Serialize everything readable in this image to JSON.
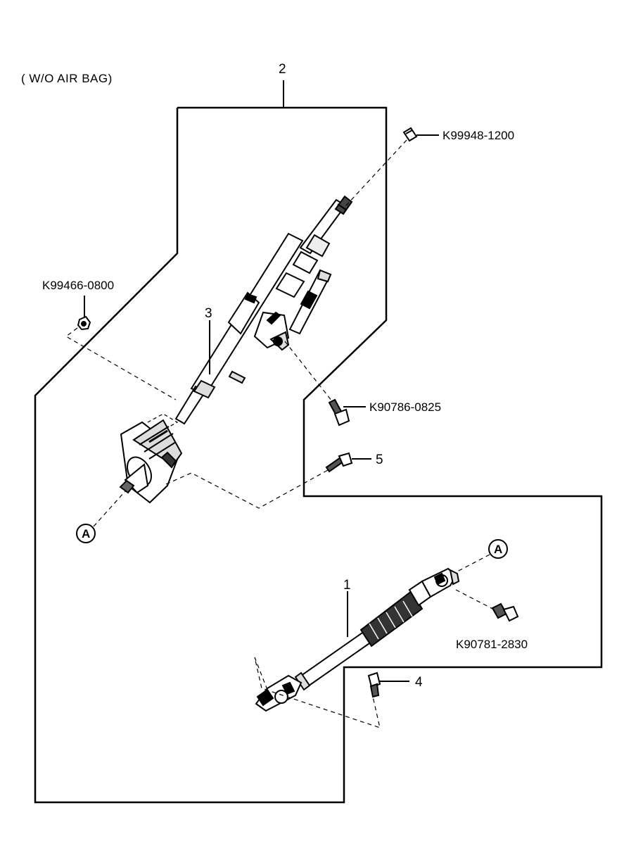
{
  "header": {
    "variant": "( W/O AIR BAG)"
  },
  "callouts": {
    "item1": "1",
    "item2": "2",
    "item3": "3",
    "item4": "4",
    "item5": "5",
    "connector": "A"
  },
  "parts": {
    "top_nut": "K99948-1200",
    "left_nut": "K99466-0800",
    "bracket_bolt": "K90786-0825",
    "joint_bolt": "K90781-2830"
  }
}
